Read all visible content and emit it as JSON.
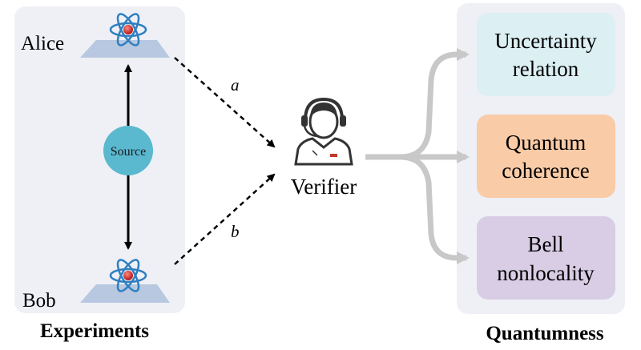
{
  "experiments": {
    "title": "Experiments",
    "alice_label": "Alice",
    "bob_label": "Bob",
    "source_label": "Source"
  },
  "links": {
    "a_label": "a",
    "b_label": "b"
  },
  "verifier": {
    "label": "Verifier"
  },
  "quantumness": {
    "title": "Quantumness",
    "items": [
      {
        "line1": "Uncertainty",
        "line2": "relation",
        "color": "#dcefF3"
      },
      {
        "line1": "Quantum",
        "line2": "coherence",
        "color": "#f9cba6"
      },
      {
        "line1": "Bell",
        "line2": "nonlocality",
        "color": "#d8cde4"
      }
    ]
  },
  "colors": {
    "panel_bg": "#eef0f6",
    "source_fill": "#5ab8cf",
    "plate_fill": "#b7c8e0",
    "atom_orbit": "#2f7fc1",
    "atom_nucleus": "#c0392b",
    "flow_arrow": "#c8c8c8"
  }
}
